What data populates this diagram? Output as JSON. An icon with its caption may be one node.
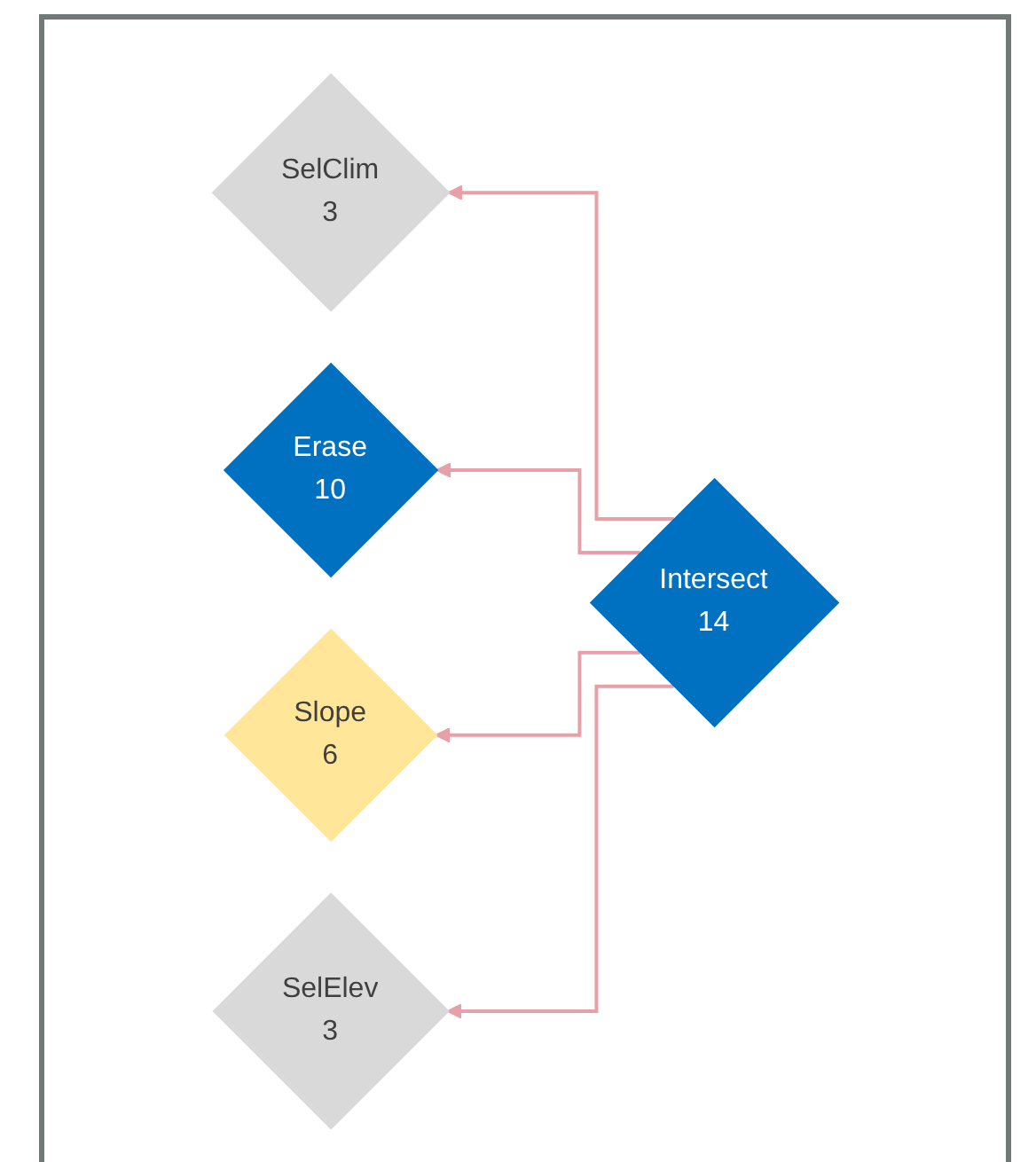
{
  "diagram": {
    "nodes": [
      {
        "text": [
          "SelClim",
          "3"
        ]
      },
      {
        "text": [
          "Erase",
          "10"
        ]
      },
      {
        "text": [
          "Intersect",
          "14"
        ]
      },
      {
        "text": [
          "Slope",
          "6"
        ]
      },
      {
        "text": [
          "SelElev",
          "3"
        ]
      }
    ],
    "edges": [
      {
        "from": 2,
        "to": 0,
        "arrow": "to"
      },
      {
        "from": 2,
        "to": 1,
        "arrow": "to"
      },
      {
        "from": 2,
        "to": 3,
        "arrow": "to"
      },
      {
        "from": 2,
        "to": 4,
        "arrow": "to"
      }
    ]
  }
}
